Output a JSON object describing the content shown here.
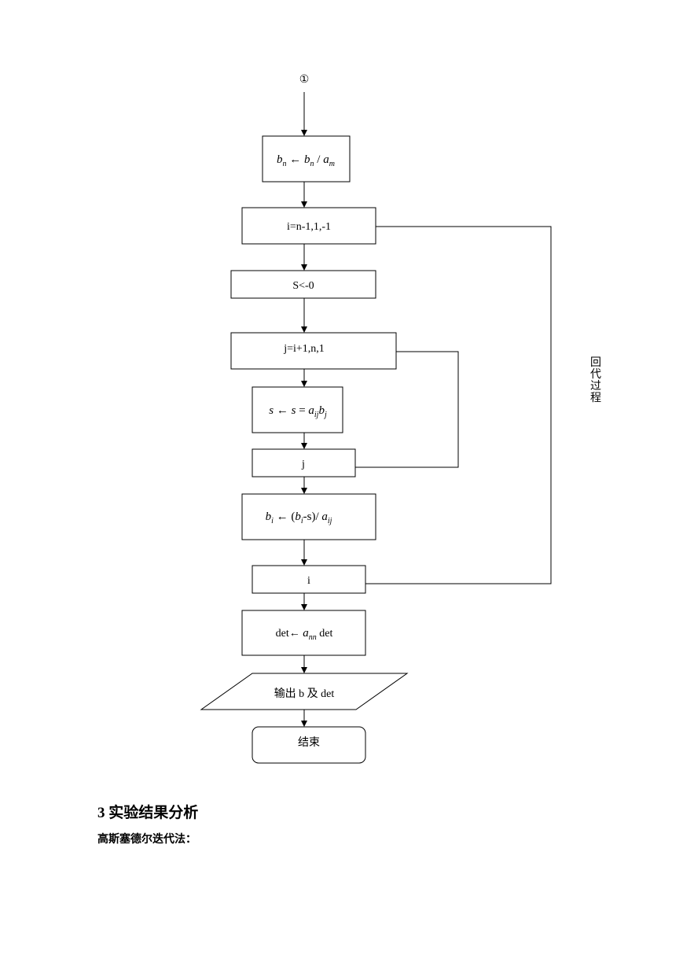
{
  "flowchart": {
    "connector": "①",
    "step_bn": {
      "b": "b",
      "b_sub": "n",
      "arrow": " ← ",
      "b2": "b",
      "b2_sub": "n",
      "slash": " / ",
      "a": "a",
      "a_sub": "m"
    },
    "loop_i": "i=n-1,1,-1",
    "init_s": "S<-0",
    "loop_j": "j=i+1,n,1",
    "step_s": {
      "s1": "s",
      "arrow": " ← ",
      "s2": "s",
      "eq": " = ",
      "a": "a",
      "a_sub": "ij",
      "b": "b",
      "b_sub": "j"
    },
    "end_j": "j",
    "step_bi": {
      "b": "b",
      "b_sub": "i",
      "arrow": " ←  (",
      "b2": "b",
      "b2_sub": "i",
      "rest": "-s)/ ",
      "a": "a",
      "a_sub": "ij"
    },
    "end_i": "i",
    "step_det": {
      "det1": "det",
      "arrow": "← ",
      "a": "a",
      "a_sub": "nn",
      "det2": " det"
    },
    "output": "输出 b 及 det",
    "end": "结束",
    "side_label": [
      "回",
      "代",
      "过",
      "程"
    ]
  },
  "heading": "3  实验结果分析",
  "subheading": "高斯塞德尔迭代法："
}
